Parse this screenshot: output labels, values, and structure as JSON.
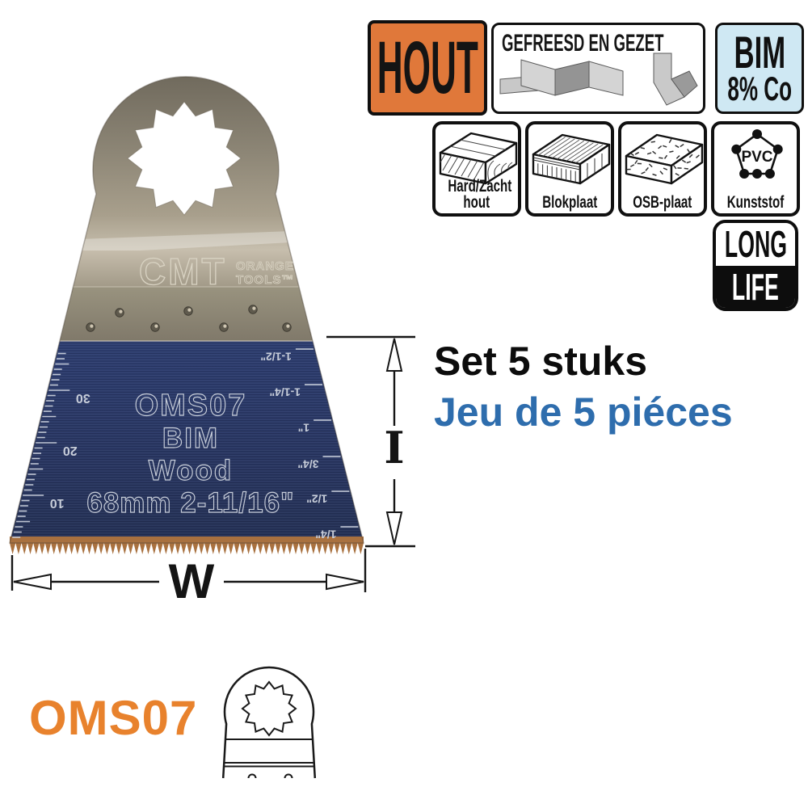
{
  "top_badges": {
    "hout": {
      "label": "HOUT",
      "bg": "#e0783a"
    },
    "gefreesd": {
      "label": "GEFREESD EN GEZET"
    },
    "bim": {
      "line1": "BIM",
      "line2": "8% Co",
      "bg": "#cfe8f3"
    }
  },
  "material_icons": [
    {
      "name": "hard-zacht-hout",
      "line1": "Hard/Zacht",
      "line2": "hout"
    },
    {
      "name": "blokplaat",
      "line1": "Blokplaat"
    },
    {
      "name": "osb-plaat",
      "line1": "OSB-plaat"
    },
    {
      "name": "kunststof",
      "line1": "Kunststof",
      "symbol": "PVC"
    }
  ],
  "longlife": {
    "line1": "LONG",
    "line2": "LIFE"
  },
  "blade": {
    "brand": "CMT",
    "brand_sub1": "ORANGE",
    "brand_sub2": "TOOLS™",
    "model": "OMS07",
    "material": "BIM",
    "application": "Wood",
    "size": "68mm 2-11/16\"",
    "mm_labels": [
      "30",
      "20",
      "10"
    ],
    "inch_labels": [
      "1-1/2\"",
      "1-1/4\"",
      "1\"",
      "3/4\"",
      "1/2\"",
      "1/4\""
    ]
  },
  "set_info": {
    "nl": "Set 5 stuks",
    "fr": "Jeu de 5 piéces",
    "fr_color": "#2e6dad"
  },
  "dim": {
    "height": "I",
    "width": "W"
  },
  "sku": {
    "code": "OMS07",
    "color": "#e8822d"
  },
  "colors": {
    "hout_bg": "#e0783a",
    "bim_bg": "#cfe8f3",
    "blade_blue": "#2c3c6e",
    "metal": "#9a917f",
    "teeth_bronze": "#a9713f",
    "engraving": "#c7cdd9",
    "fr_text_blue": "#2e6dad",
    "sku_orange": "#e8822d",
    "longlife_black": "#0d0d0d"
  }
}
